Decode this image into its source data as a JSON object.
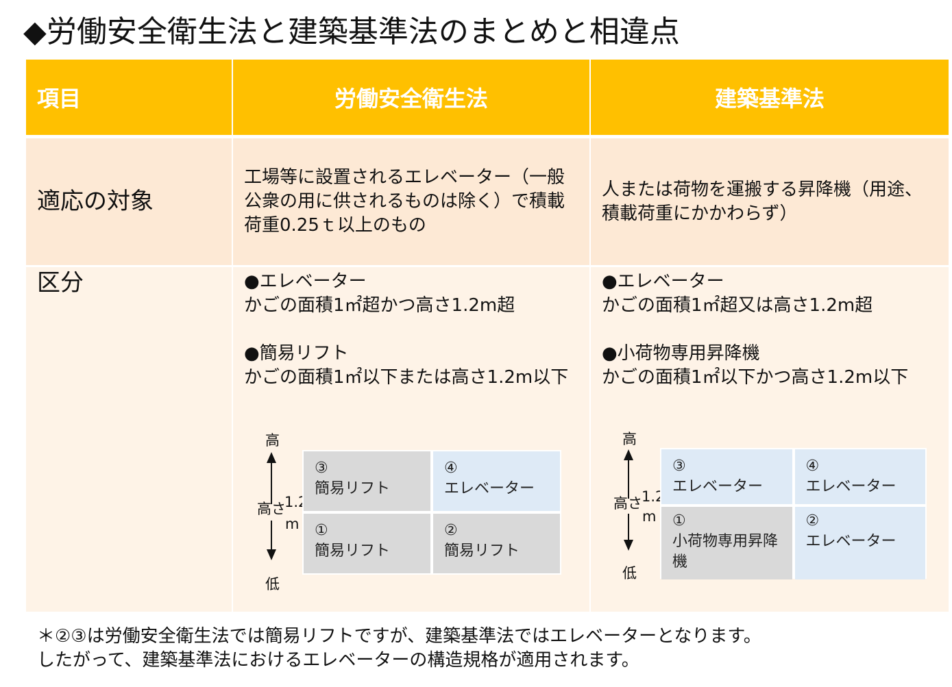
{
  "title": "◆労働安全衛生法と建築基準法のまとめと相違点",
  "header": {
    "item": "項目",
    "ishl": "労働安全衛生法",
    "bsl": "建築基準法"
  },
  "rows": [
    {
      "label": "適応の対象",
      "ishl": "工場等に設置されるエレベーター（一般公衆の用に供されるものは除く）で積載荷重0.25ｔ以上のもの",
      "bsl": "人または荷物を運搬する昇降機（用途、積載荷重にかかわらず）"
    },
    {
      "label": "区分",
      "ishl": [
        {
          "head": "●エレベーター",
          "body": "かごの面積1㎡超かつ高さ1.2m超"
        },
        {
          "head": "●簡易リフト",
          "body": "かごの面積1㎡以下または高さ1.2m以下"
        }
      ],
      "bsl": [
        {
          "head": "●エレベーター",
          "body": "かごの面積1㎡超又は高さ1.2m超"
        },
        {
          "head": "●小荷物専用昇降機",
          "body": "かごの面積1㎡以下かつ高さ1.2m以下"
        }
      ]
    }
  ],
  "diagram": {
    "high": "高",
    "low": "低",
    "height_label": "高さ",
    "threshold": "1.2",
    "unit": "m",
    "ishl": [
      {
        "num": "③",
        "text": "簡易リフト"
      },
      {
        "num": "④",
        "text": "エレベーター"
      },
      {
        "num": "①",
        "text": "簡易リフト"
      },
      {
        "num": "②",
        "text": "簡易リフト"
      }
    ],
    "bsl": [
      {
        "num": "③",
        "text": "エレベーター"
      },
      {
        "num": "④",
        "text": "エレベーター"
      },
      {
        "num": "①",
        "text": "小荷物専用昇降機"
      },
      {
        "num": "②",
        "text": "エレベーター"
      }
    ]
  },
  "note": [
    "＊②③は労働安全衛生法では簡易リフトですが、建築基準法ではエレベーターとなります。",
    "したがって、建築基準法におけるエレベーターの構造規格が適用されます。"
  ],
  "colors": {
    "header": "#FFC000",
    "row1": "#FDE9D5",
    "row2": "#FEF3E7",
    "gray": "#D9D9D9",
    "blue": "#DEEAF6"
  }
}
